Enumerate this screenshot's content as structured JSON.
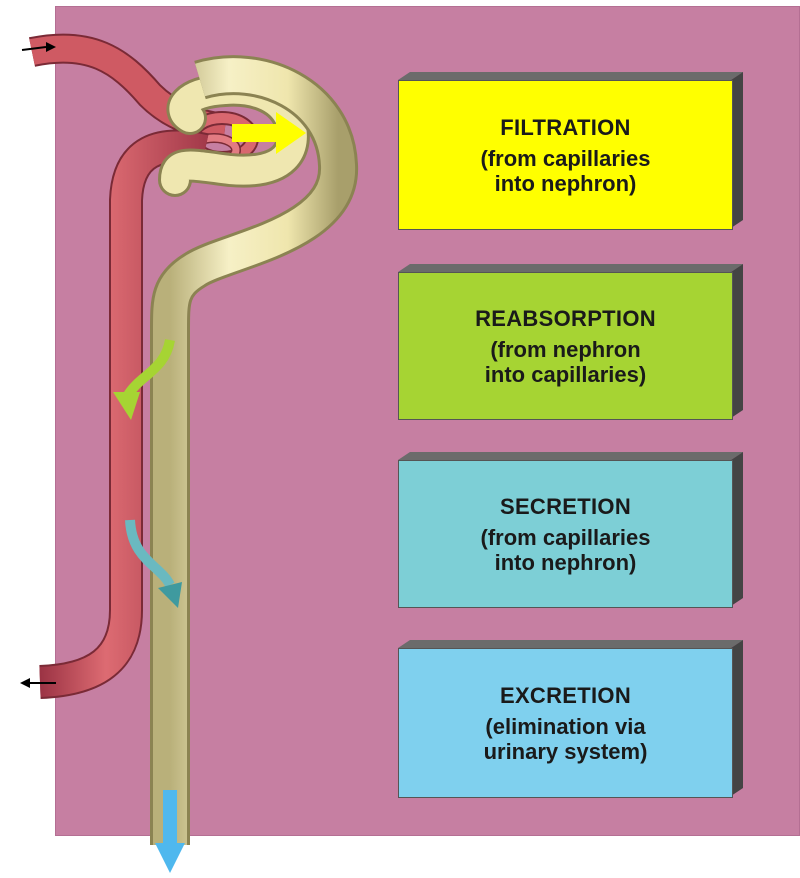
{
  "colors": {
    "panel": "#c67fa2",
    "filtration": "#ffff00",
    "reabsorption": "#a6d433",
    "secretion": "#7dcfd6",
    "excretion": "#7fd0ee",
    "tubule": "#efe7b0",
    "vessel": "#cf5a63"
  },
  "boxes": [
    {
      "id": "filtration",
      "title": "FILTRATION",
      "line1": "(from capillaries",
      "line2": "into nephron)"
    },
    {
      "id": "reabsorption",
      "title": "REABSORPTION",
      "line1": "(from nephron",
      "line2": "into capillaries)"
    },
    {
      "id": "secretion",
      "title": "SECRETION",
      "line1": "(from capillaries",
      "line2": "into nephron)"
    },
    {
      "id": "excretion",
      "title": "EXCRETION",
      "line1": "(elimination via",
      "line2": "urinary system)"
    }
  ],
  "icons": {
    "inflow_arrow": "arrow-right-icon",
    "outflow_arrow": "arrow-left-icon",
    "filtration_arrow": "yellow-arrow-icon",
    "reabsorption_arrow": "green-arrow-icon",
    "secretion_arrow": "teal-arrow-icon",
    "excretion_arrow": "blue-arrow-icon"
  }
}
